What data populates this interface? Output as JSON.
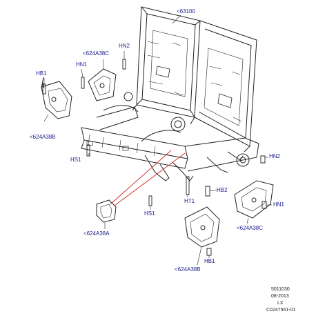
{
  "labels": {
    "l63100": "<63100",
    "hn2_top": "HN2",
    "l624a38c_top": "<624A38C",
    "hn1_top": "HN1",
    "hb1_left": "HB1",
    "l624a38b_left": "<624A38B",
    "hs1_left": "HS1",
    "hn2_right": "HN2",
    "hb2": "HB2",
    "ht1": "HT1",
    "hn1_right": "HN1",
    "hs1_center": "HS1",
    "l624a38a": "<624A38A",
    "l624a38c_right": "<624A38C",
    "hb1_bottom": "HB1",
    "l624a38b_bottom": "<624A38B"
  },
  "footer": {
    "code": "5011030",
    "date": "08-2013",
    "region": "LX",
    "ref": "C0247561-01"
  },
  "colors": {
    "line": "#222222",
    "label": "#1a1a8c",
    "leader_red": "#cc2222"
  }
}
